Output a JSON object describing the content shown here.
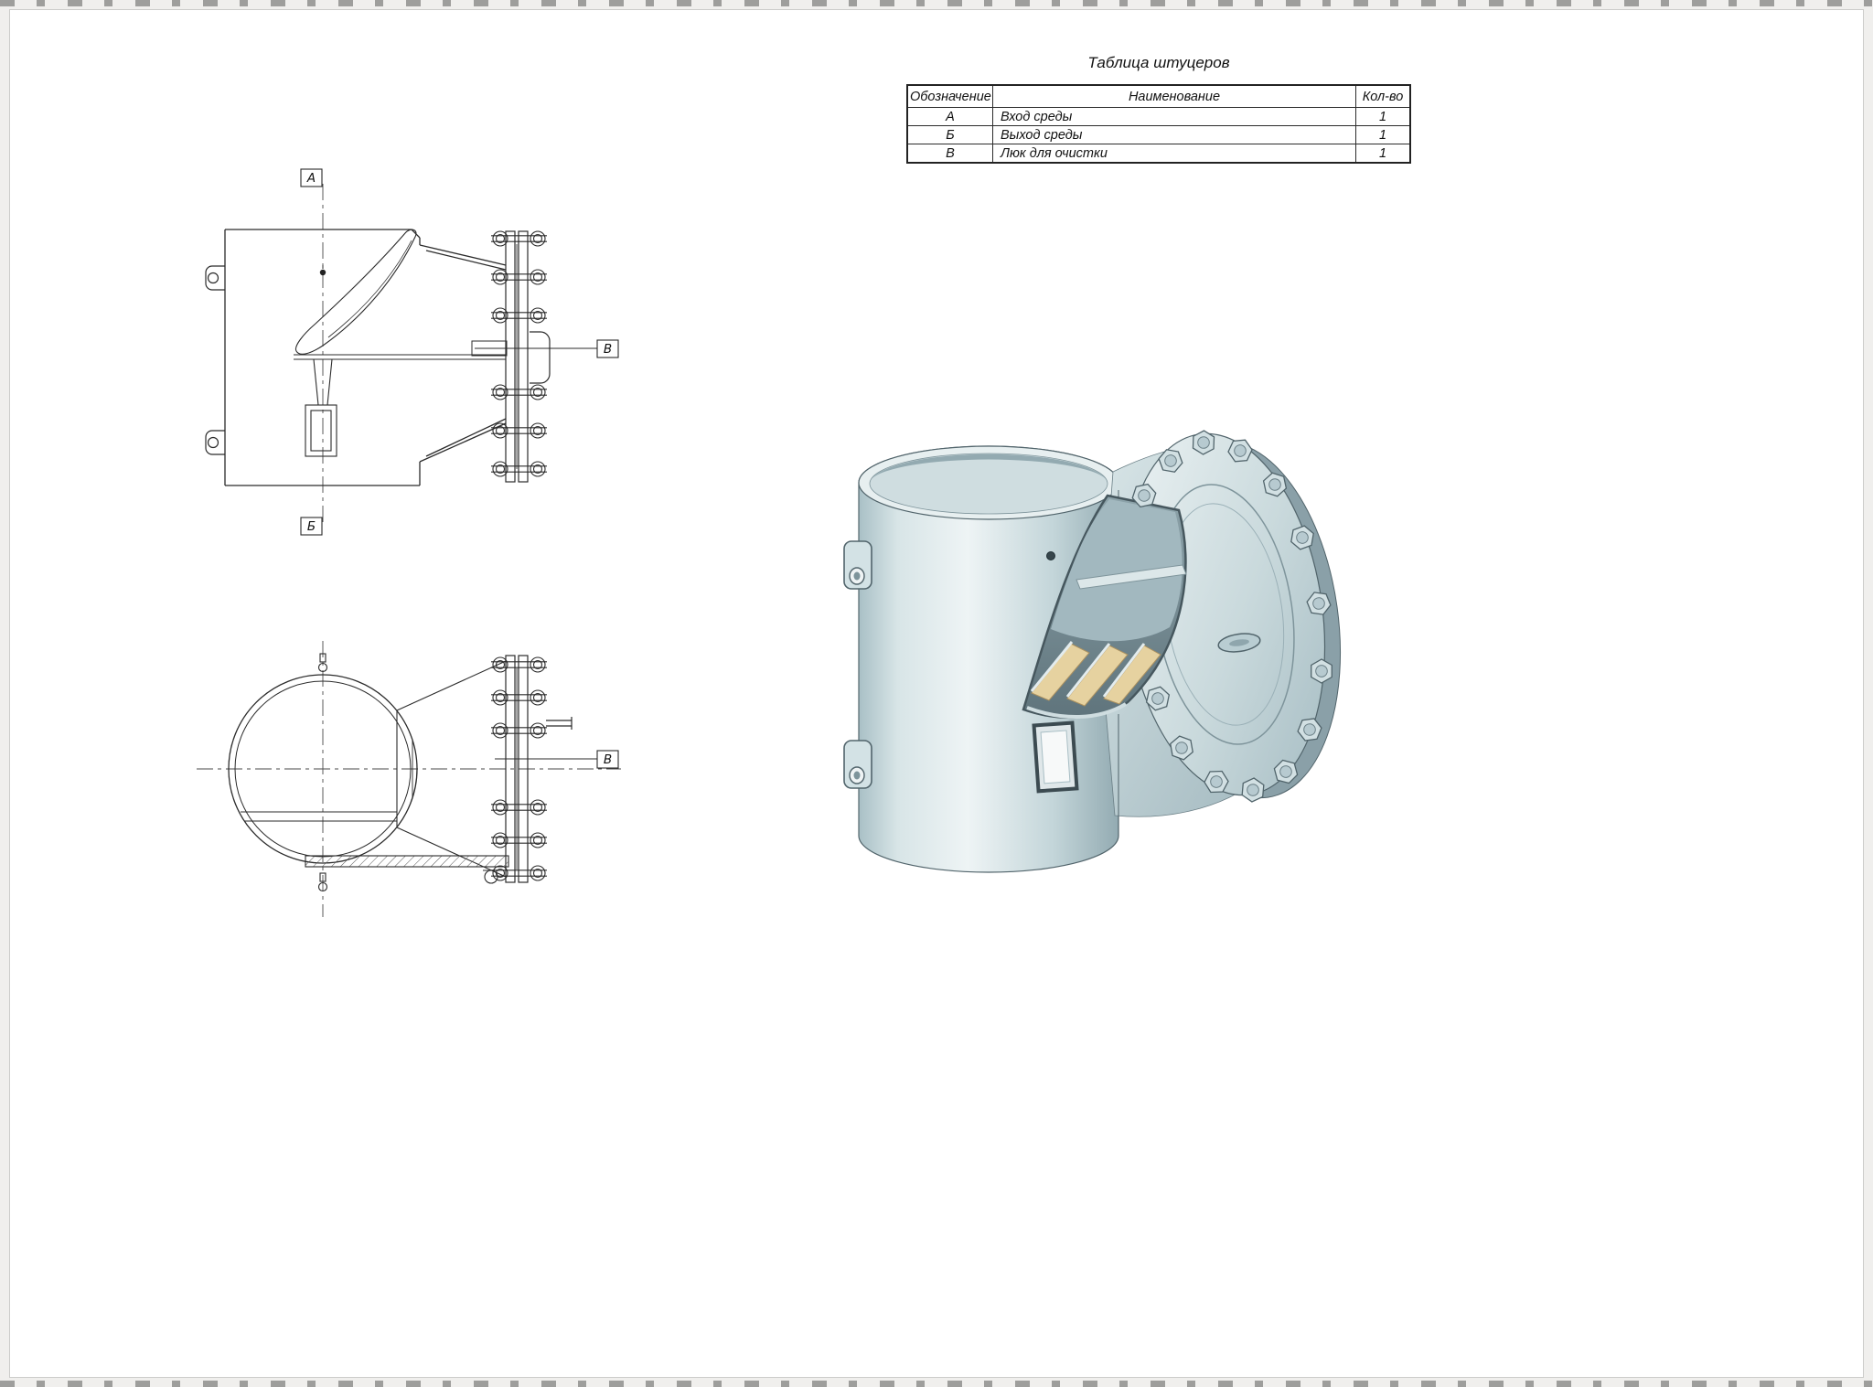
{
  "page": {
    "background": "#f0efed",
    "sheet_background": "#ffffff"
  },
  "table": {
    "title": "Таблица штуцеров",
    "headers": [
      "Обозначение",
      "Наименование",
      "Кол-во"
    ],
    "rows": [
      [
        "А",
        "Вход среды",
        "1"
      ],
      [
        "Б",
        "Выход среды",
        "1"
      ],
      [
        "В",
        "Люк для очистки",
        "1"
      ]
    ]
  },
  "labels": {
    "section_a": "А",
    "section_b": "Б",
    "hatch": "В"
  },
  "colors": {
    "drawing_line": "#2b2b2b",
    "centerline": "#4a4a4a",
    "steel_light": "#eef4f5",
    "steel_mid": "#c3d5d9",
    "steel_dark": "#93abb2",
    "interior_tan": "#e6d2a0",
    "tan_edge": "#ab9160"
  }
}
